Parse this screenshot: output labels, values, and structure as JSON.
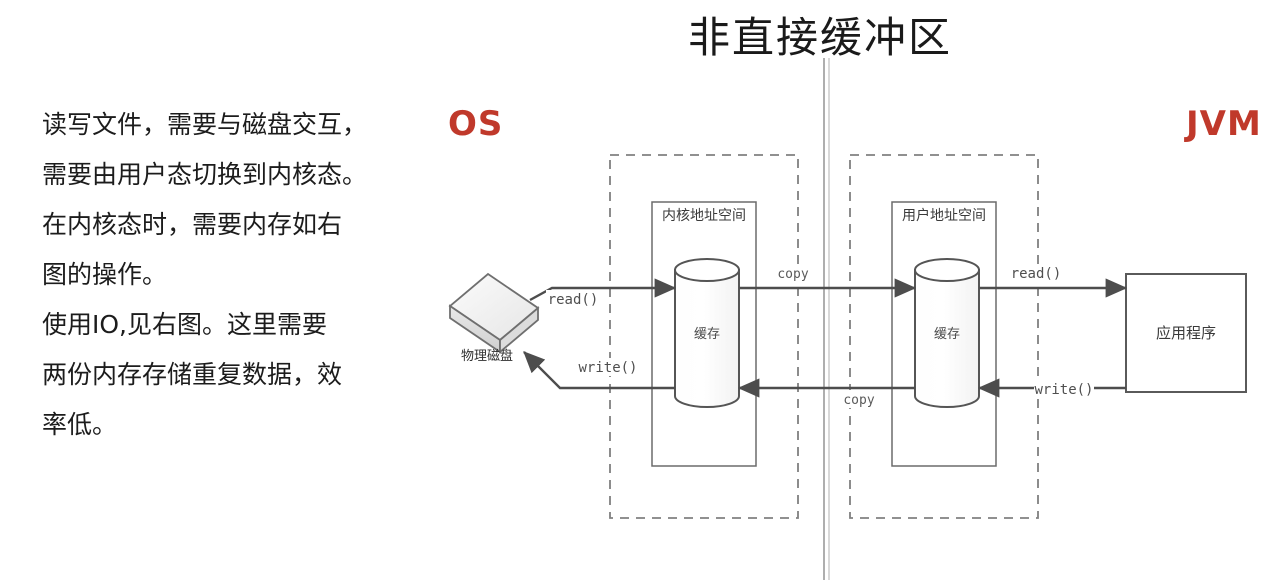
{
  "page": {
    "title": "非直接缓冲区",
    "background_color": "#ffffff"
  },
  "description": {
    "paragraph_1": "读写文件，需要与磁盘交互，",
    "paragraph_2": "需要由用户态切换到内核态。",
    "paragraph_3": "在内核态时，需要内存如右",
    "paragraph_4": "图的操作。",
    "paragraph_5": "使用IO,见右图。这里需要",
    "paragraph_6": "两份内存存储重复数据，效",
    "paragraph_7": "率低。"
  },
  "zones": {
    "os_label": "OS",
    "jvm_label": "JVM",
    "os_color": "#c0392b",
    "jvm_color": "#c0392b"
  },
  "diagram": {
    "disk": {
      "label": "物理磁盘"
    },
    "kernel": {
      "space_label": "内核地址空间",
      "buffer_label": "缓存"
    },
    "user": {
      "space_label": "用户地址空间",
      "buffer_label": "缓存"
    },
    "application": {
      "label": "应用程序"
    },
    "arrows": {
      "disk_read": "read()",
      "disk_write": "write()",
      "copy_to_user": "copy",
      "copy_to_kernel": "copy",
      "app_read": "read()",
      "app_write": "write()"
    },
    "colors": {
      "stroke": "#4d4d4d",
      "dashed_stroke": "#808080",
      "divider": "#9a9a9a"
    }
  }
}
